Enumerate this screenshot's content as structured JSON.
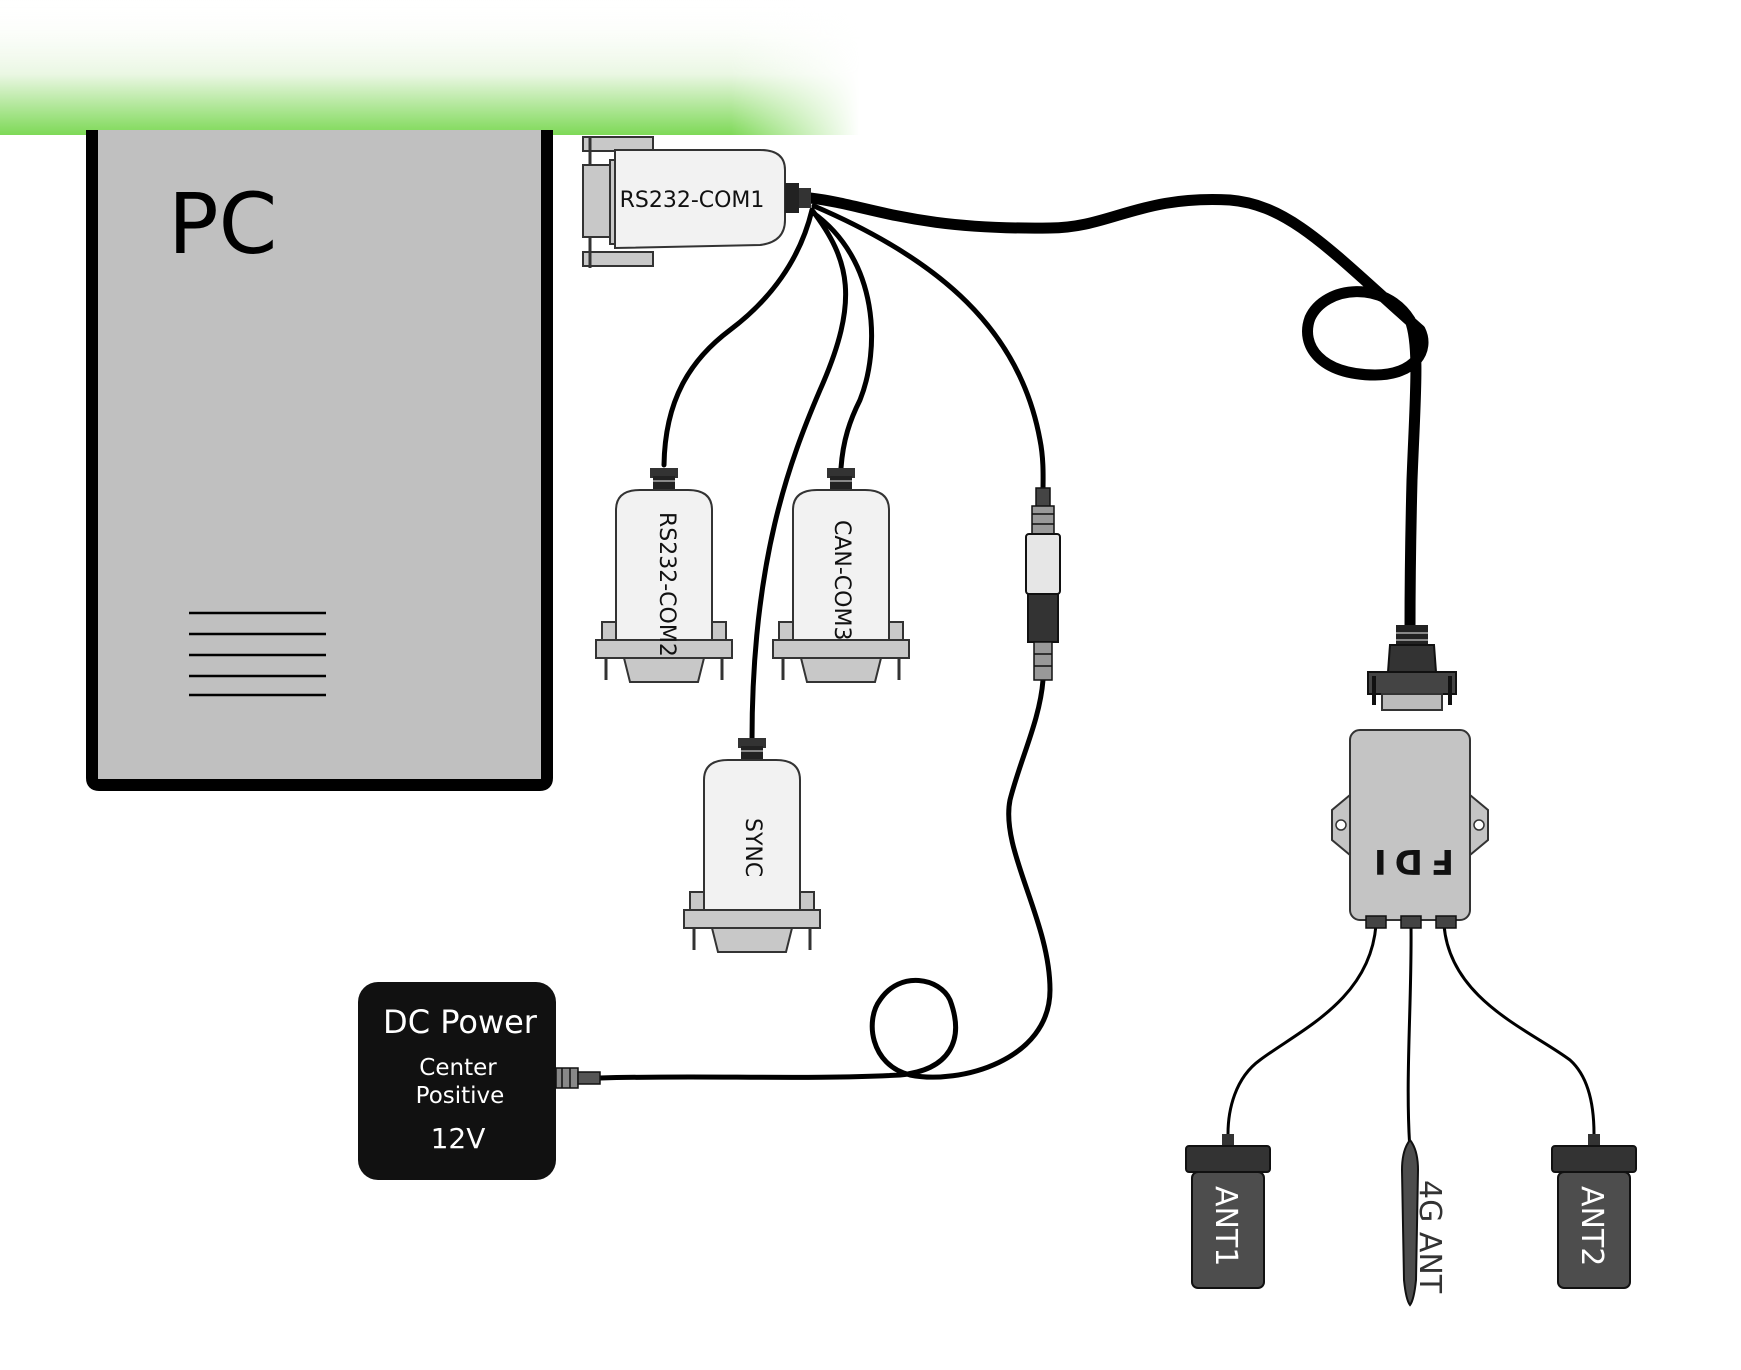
{
  "pc": {
    "label": "PC"
  },
  "connectors": {
    "com1": "RS232-COM1",
    "com2": "RS232-COM2",
    "com3": "CAN-COM3",
    "sync": "SYNC"
  },
  "dc_power": {
    "title": "DC Power",
    "line1": "Center",
    "line2": "Positive",
    "voltage": "12V"
  },
  "device": {
    "label": "FDI"
  },
  "antennas": {
    "ant1": "ANT1",
    "ant2": "ANT2",
    "ant_4g": "4G ANT"
  },
  "colors": {
    "pc_body": "#c0c0c0",
    "connector_fill": "#f2f2f2",
    "connector_frame": "#c8c8c8",
    "device_fill": "#c4c4c4",
    "antenna_fill": "#4d4d4d",
    "power_fill": "#111111",
    "banner_green": "#7ed957"
  }
}
